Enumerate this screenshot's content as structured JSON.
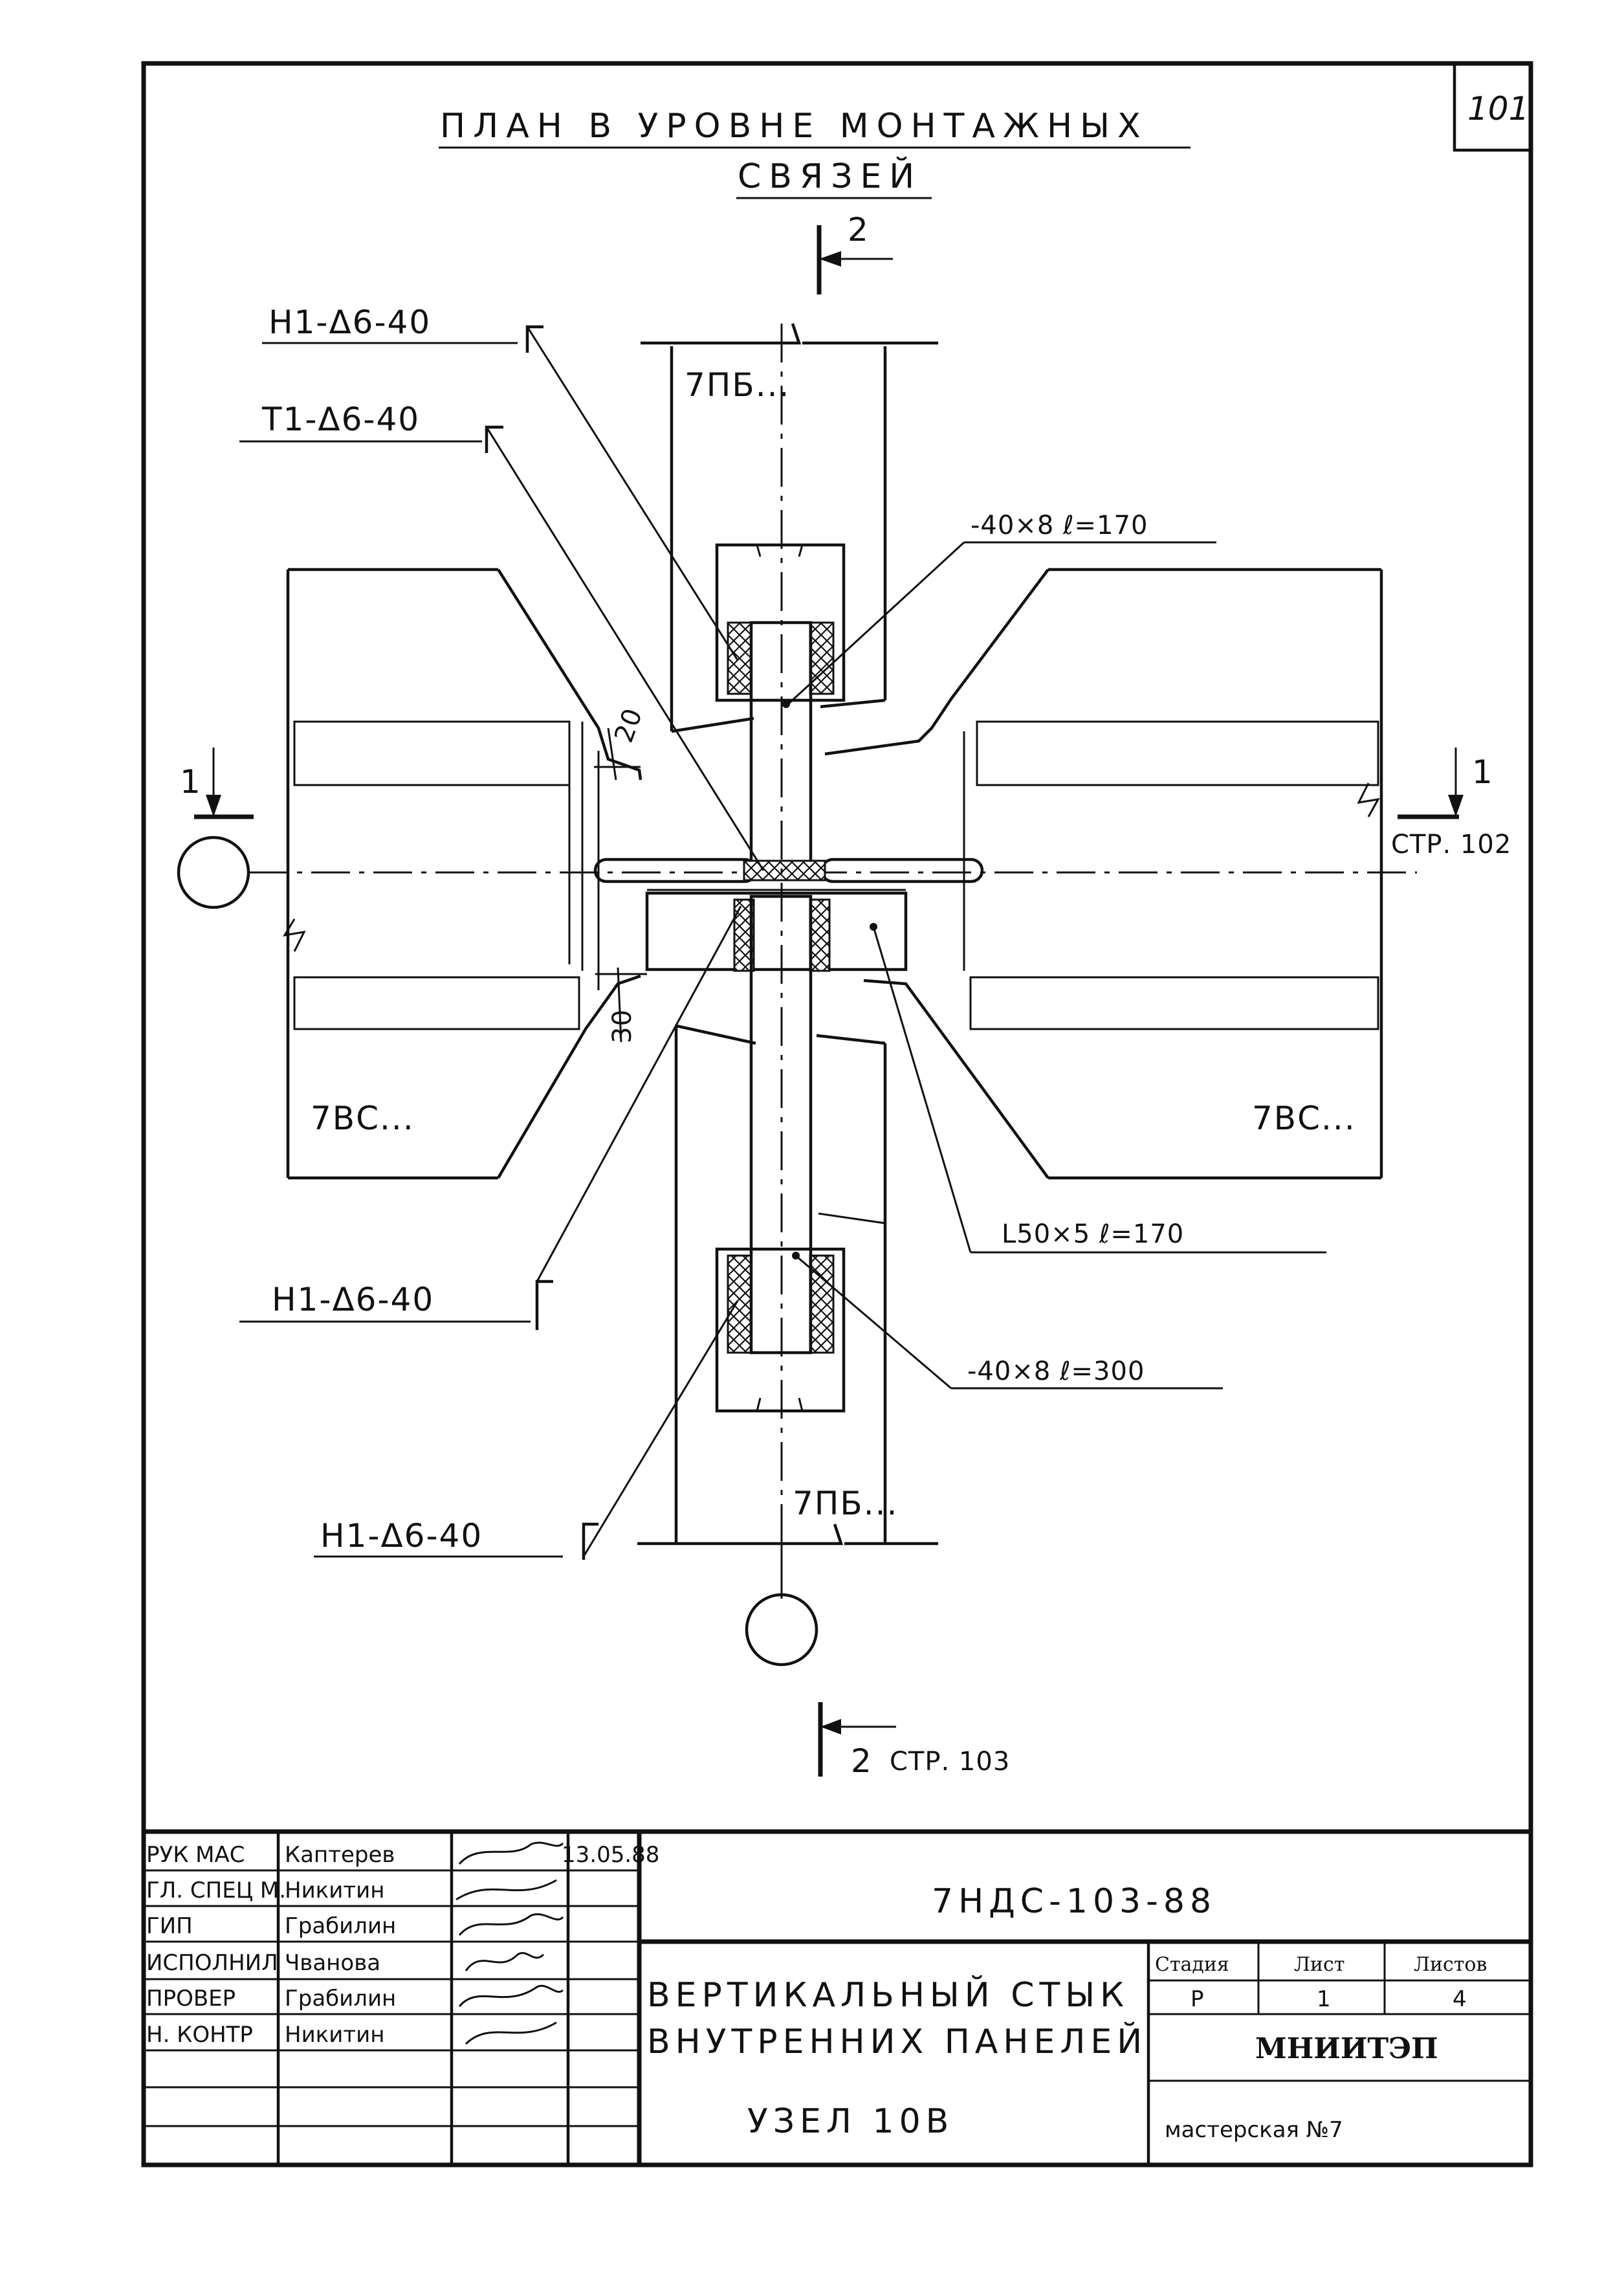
{
  "sheet_number": "101",
  "title": {
    "line1": "ПЛАН В УРОВНЕ МОНТАЖНЫХ",
    "line2": "СВЯЗЕЙ"
  },
  "section_marks": {
    "top": "2",
    "left": "1",
    "right": "1",
    "right_ref": "СТР. 102",
    "bottom": "2",
    "bottom_ref": "СТР. 103"
  },
  "panel_labels": {
    "top_panel": "7ПБ...",
    "bottom_panel": "7ПБ...",
    "left_panel": "7ВС...",
    "right_panel": "7ВС..."
  },
  "callouts": {
    "weld_top_1": "Н1-Δ6-40",
    "weld_top_2": "Т1-Δ6-40",
    "weld_mid": "Н1-Δ6-40",
    "weld_bottom": "Н1-Δ6-40",
    "plate_top": "-40×8   ℓ=170",
    "angle": "L50×5   ℓ=170",
    "plate_bottom": "-40×8   ℓ=300"
  },
  "dimensions": {
    "upper_gap": "20",
    "lower_gap": "30"
  },
  "title_block": {
    "roles": [
      "РУК МАС",
      "ГЛ. СПЕЦ М.",
      "ГИП",
      "ИСПОЛНИЛ",
      "ПРОВЕР",
      "Н. КОНТР"
    ],
    "names": [
      "Каптерев",
      "Никитин",
      "Грабилин",
      "Чванова",
      "Грабилин",
      "Никитин"
    ],
    "date": "13.05.88",
    "document_code": "7НДС-103-88",
    "description_line1": "ВЕРТИКАЛЬНЫЙ СТЫК",
    "description_line2": "ВНУТРЕННИХ ПАНЕЛЕЙ",
    "node": "УЗЕЛ 10В",
    "stage_header": "Стадия",
    "sheet_header": "Лист",
    "sheets_header": "Листов",
    "stage_value": "Р",
    "sheet_value": "1",
    "sheets_value": "4",
    "organization": "МНИИТЭП",
    "workshop": "мастерская №7"
  }
}
